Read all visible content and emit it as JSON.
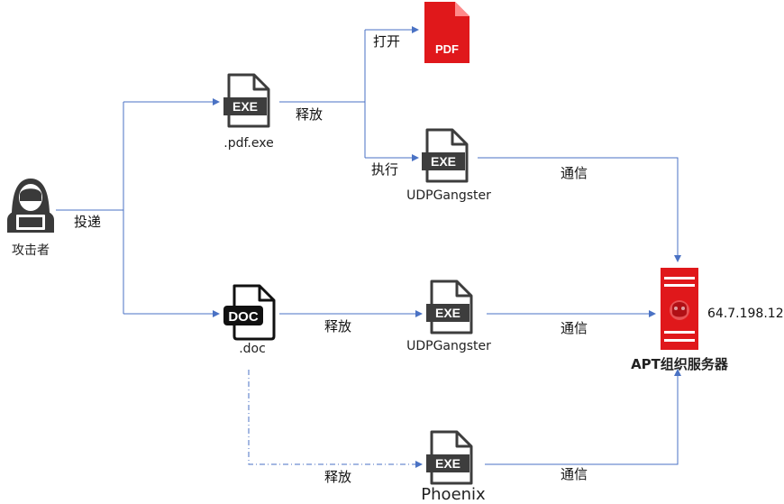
{
  "nodes": {
    "attacker": {
      "label": "攻击者"
    },
    "pdf_exe": {
      "badge": "EXE",
      "label": ".pdf.exe"
    },
    "pdf": {
      "badge": "PDF"
    },
    "udp1": {
      "badge": "EXE",
      "label": "UDPGangster"
    },
    "doc": {
      "badge": "DOC",
      "label": ".doc"
    },
    "udp2": {
      "badge": "EXE",
      "label": "UDPGangster"
    },
    "phoenix": {
      "badge": "EXE",
      "label": "Phoenix"
    },
    "server": {
      "label": "APT组织服务器",
      "ip": "64.7.198.12"
    }
  },
  "edges": {
    "deliver": "投递",
    "open": "打开",
    "release1": "释放",
    "execute": "执行",
    "comm1": "通信",
    "release2": "释放",
    "comm2": "通信",
    "release3": "释放",
    "comm3": "通信"
  },
  "colors": {
    "arrow": "#4a72c4",
    "icon_gray": "#3d3d3d",
    "red": "#e0181b"
  }
}
